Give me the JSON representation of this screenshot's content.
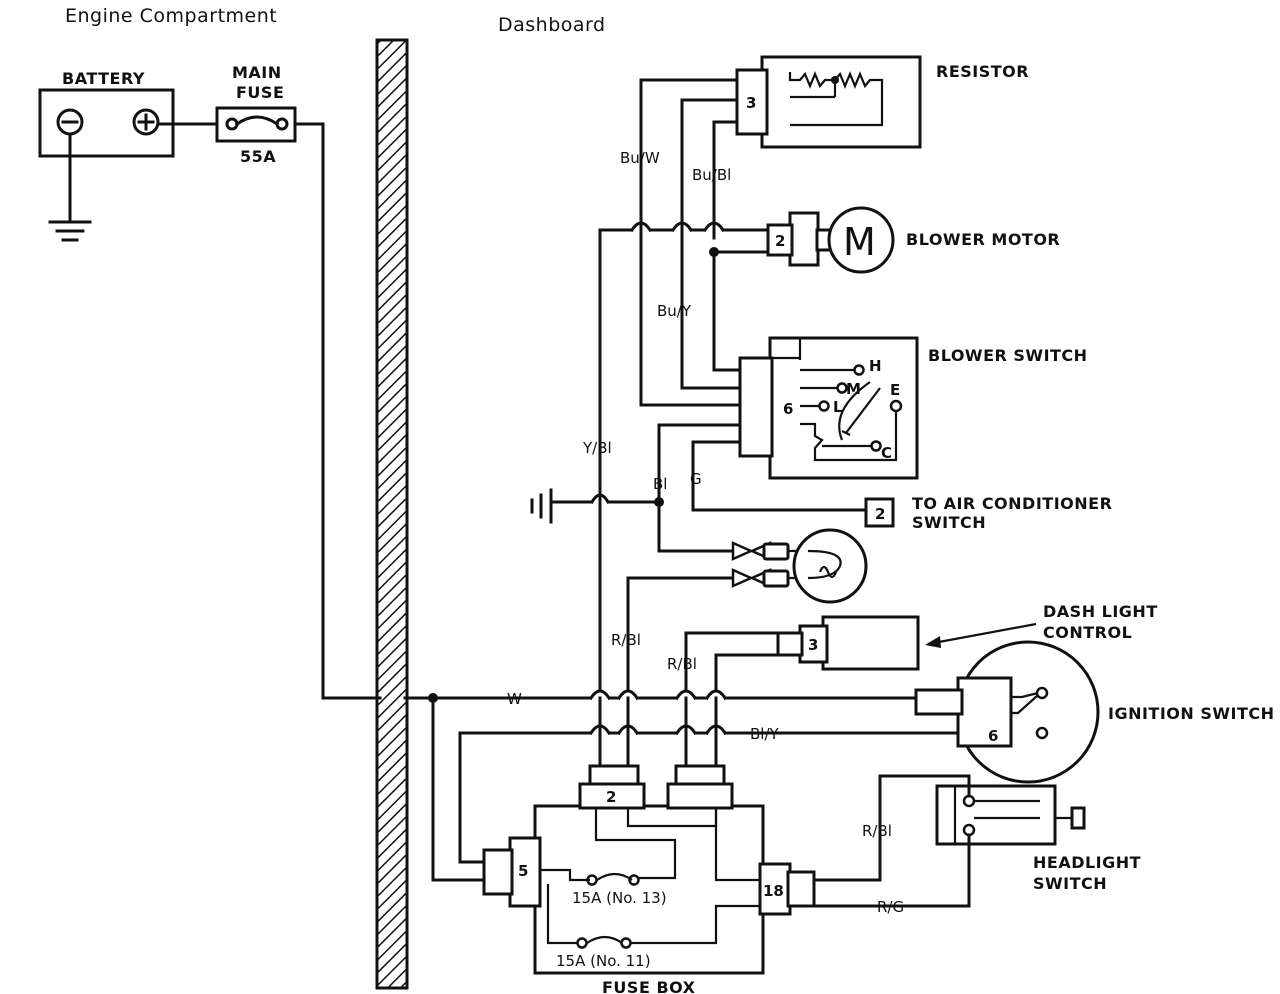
{
  "regions": {
    "engine": "Engine Compartment",
    "dash": "Dashboard"
  },
  "components": {
    "battery": "BATTERY",
    "main_fuse": "MAIN",
    "main_fuse2": "FUSE",
    "main_fuse_rating": "55A",
    "resistor": "RESISTOR",
    "blower_motor": "BLOWER MOTOR",
    "blower_switch": "BLOWER SWITCH",
    "ac_switch": "TO AIR CONDITIONER",
    "ac_switch2": "SWITCH",
    "dash_light": "DASH LIGHT",
    "dash_light2": "CONTROL",
    "ignition": "IGNITION SWITCH",
    "headlight": "HEADLIGHT",
    "headlight2": "SWITCH",
    "fuse_box": "FUSE BOX",
    "fuse13": "15A (No. 13)",
    "fuse11": "15A (No. 11)",
    "motor_glyph": "M"
  },
  "connectors": {
    "resistor": "3",
    "motor": "2",
    "blower_switch": "6",
    "ac": "2",
    "dash_light": "3",
    "ignition": "6",
    "fusebox_top": "2",
    "fusebox_left": "5",
    "fusebox_right": "18"
  },
  "switch_positions": {
    "h": "H",
    "m": "M",
    "l": "L",
    "e": "E",
    "c": "C"
  },
  "wires": {
    "bu_w": "Bu/W",
    "bu_bl": "Bu/Bl",
    "bu_y": "Bu/Y",
    "y_bl": "Y/Bl",
    "bl": "Bl",
    "g": "G",
    "r_bl_1": "R/Bl",
    "r_bl_2": "R/Bl",
    "w": "W",
    "bl_y": "Bl/Y",
    "r_bl_3": "R/Bl",
    "r_g": "R/G"
  }
}
